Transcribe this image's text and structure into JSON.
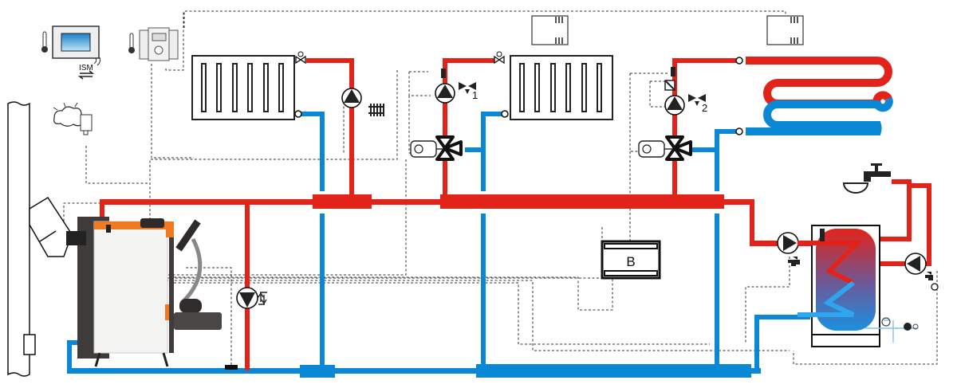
{
  "diagram": {
    "title": "Heating system hydraulic schematic with pellet boiler",
    "colors": {
      "supply": "#e2231a",
      "return": "#0a88d6",
      "control_wire": "#333333",
      "boiler_accent": "#f07a22",
      "boiler_body": "#3f3b3a"
    },
    "controller": {
      "wireless_label": "ISM"
    },
    "buffer_module": {
      "label": "B"
    },
    "mixing_circuits": [
      {
        "id": "circuit-1",
        "label": "1"
      },
      {
        "id": "circuit-2",
        "label": "2"
      }
    ],
    "components": [
      "room-panel-controller",
      "room-thermostat",
      "outdoor-sensor",
      "chimney",
      "pellet-boiler",
      "radiator-direct-circuit",
      "radiator-mixed-circuit",
      "underfloor-heating-loop",
      "hydraulic-separator",
      "dhw-cylinder",
      "cold-water-tap",
      "circulation-pump-dhw",
      "circulation-pump-recirc"
    ]
  }
}
